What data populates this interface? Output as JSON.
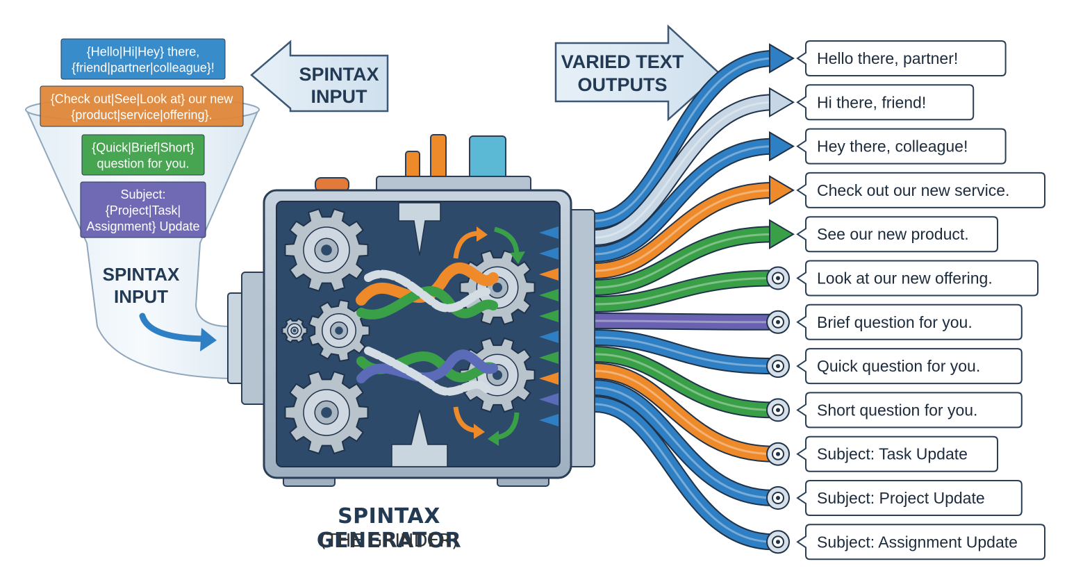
{
  "input_arrow_label": [
    "SPINTAX",
    "INPUT"
  ],
  "funnel_label": [
    "SPINTAX",
    "INPUT"
  ],
  "output_arrow_label": [
    "VARIED TEXT",
    "OUTPUTS"
  ],
  "machine": {
    "title": "SPINTAX GENERATOR",
    "subtitle": "(THE GRINDER)"
  },
  "input_cards": [
    {
      "lines": [
        "{Hello|Hi|Hey} there,",
        "{friend|partner|colleague}!"
      ],
      "color": "#2f86c8"
    },
    {
      "lines": [
        "{Check out|See|Look at} our new",
        "{product|service|offering}."
      ],
      "color": "#e0883a"
    },
    {
      "lines": [
        "{Quick|Brief|Short}",
        "question for you."
      ],
      "color": "#3fa14a"
    },
    {
      "lines": [
        "Subject:",
        "{Project|Task|",
        "Assignment} Update"
      ],
      "color": "#6a62b0"
    }
  ],
  "outputs": [
    {
      "text": "Hello there, partner!",
      "color": "#2f7fc4",
      "end": "arrow"
    },
    {
      "text": "Hi there, friend!",
      "color": "#c6d6e4",
      "end": "arrow"
    },
    {
      "text": "Hey there, colleague!",
      "color": "#2f7fc4",
      "end": "arrow"
    },
    {
      "text": "Check out our new service.",
      "color": "#ef8a2b",
      "end": "arrow"
    },
    {
      "text": "See our new product.",
      "color": "#3aa048",
      "end": "arrow"
    },
    {
      "text": "Look at our new offering.",
      "color": "#3aa048",
      "end": "roller"
    },
    {
      "text": "Brief question for you.",
      "color": "#6a62b0",
      "end": "roller"
    },
    {
      "text": "Quick question for you.",
      "color": "#2f7fc4",
      "end": "roller"
    },
    {
      "text": "Short question for you.",
      "color": "#3aa048",
      "end": "roller"
    },
    {
      "text": "Subject: Task Update",
      "color": "#ef8a2b",
      "end": "roller"
    },
    {
      "text": "Subject: Project Update",
      "color": "#2f7fc4",
      "end": "roller"
    },
    {
      "text": "Subject: Assignment Update",
      "color": "#2f7fc4",
      "end": "roller"
    }
  ],
  "colors": {
    "machine_frame": "#a9b8c8",
    "machine_panel": "#2e4a6b",
    "gear": "#b9c3cc",
    "outline": "#2a3f57"
  }
}
